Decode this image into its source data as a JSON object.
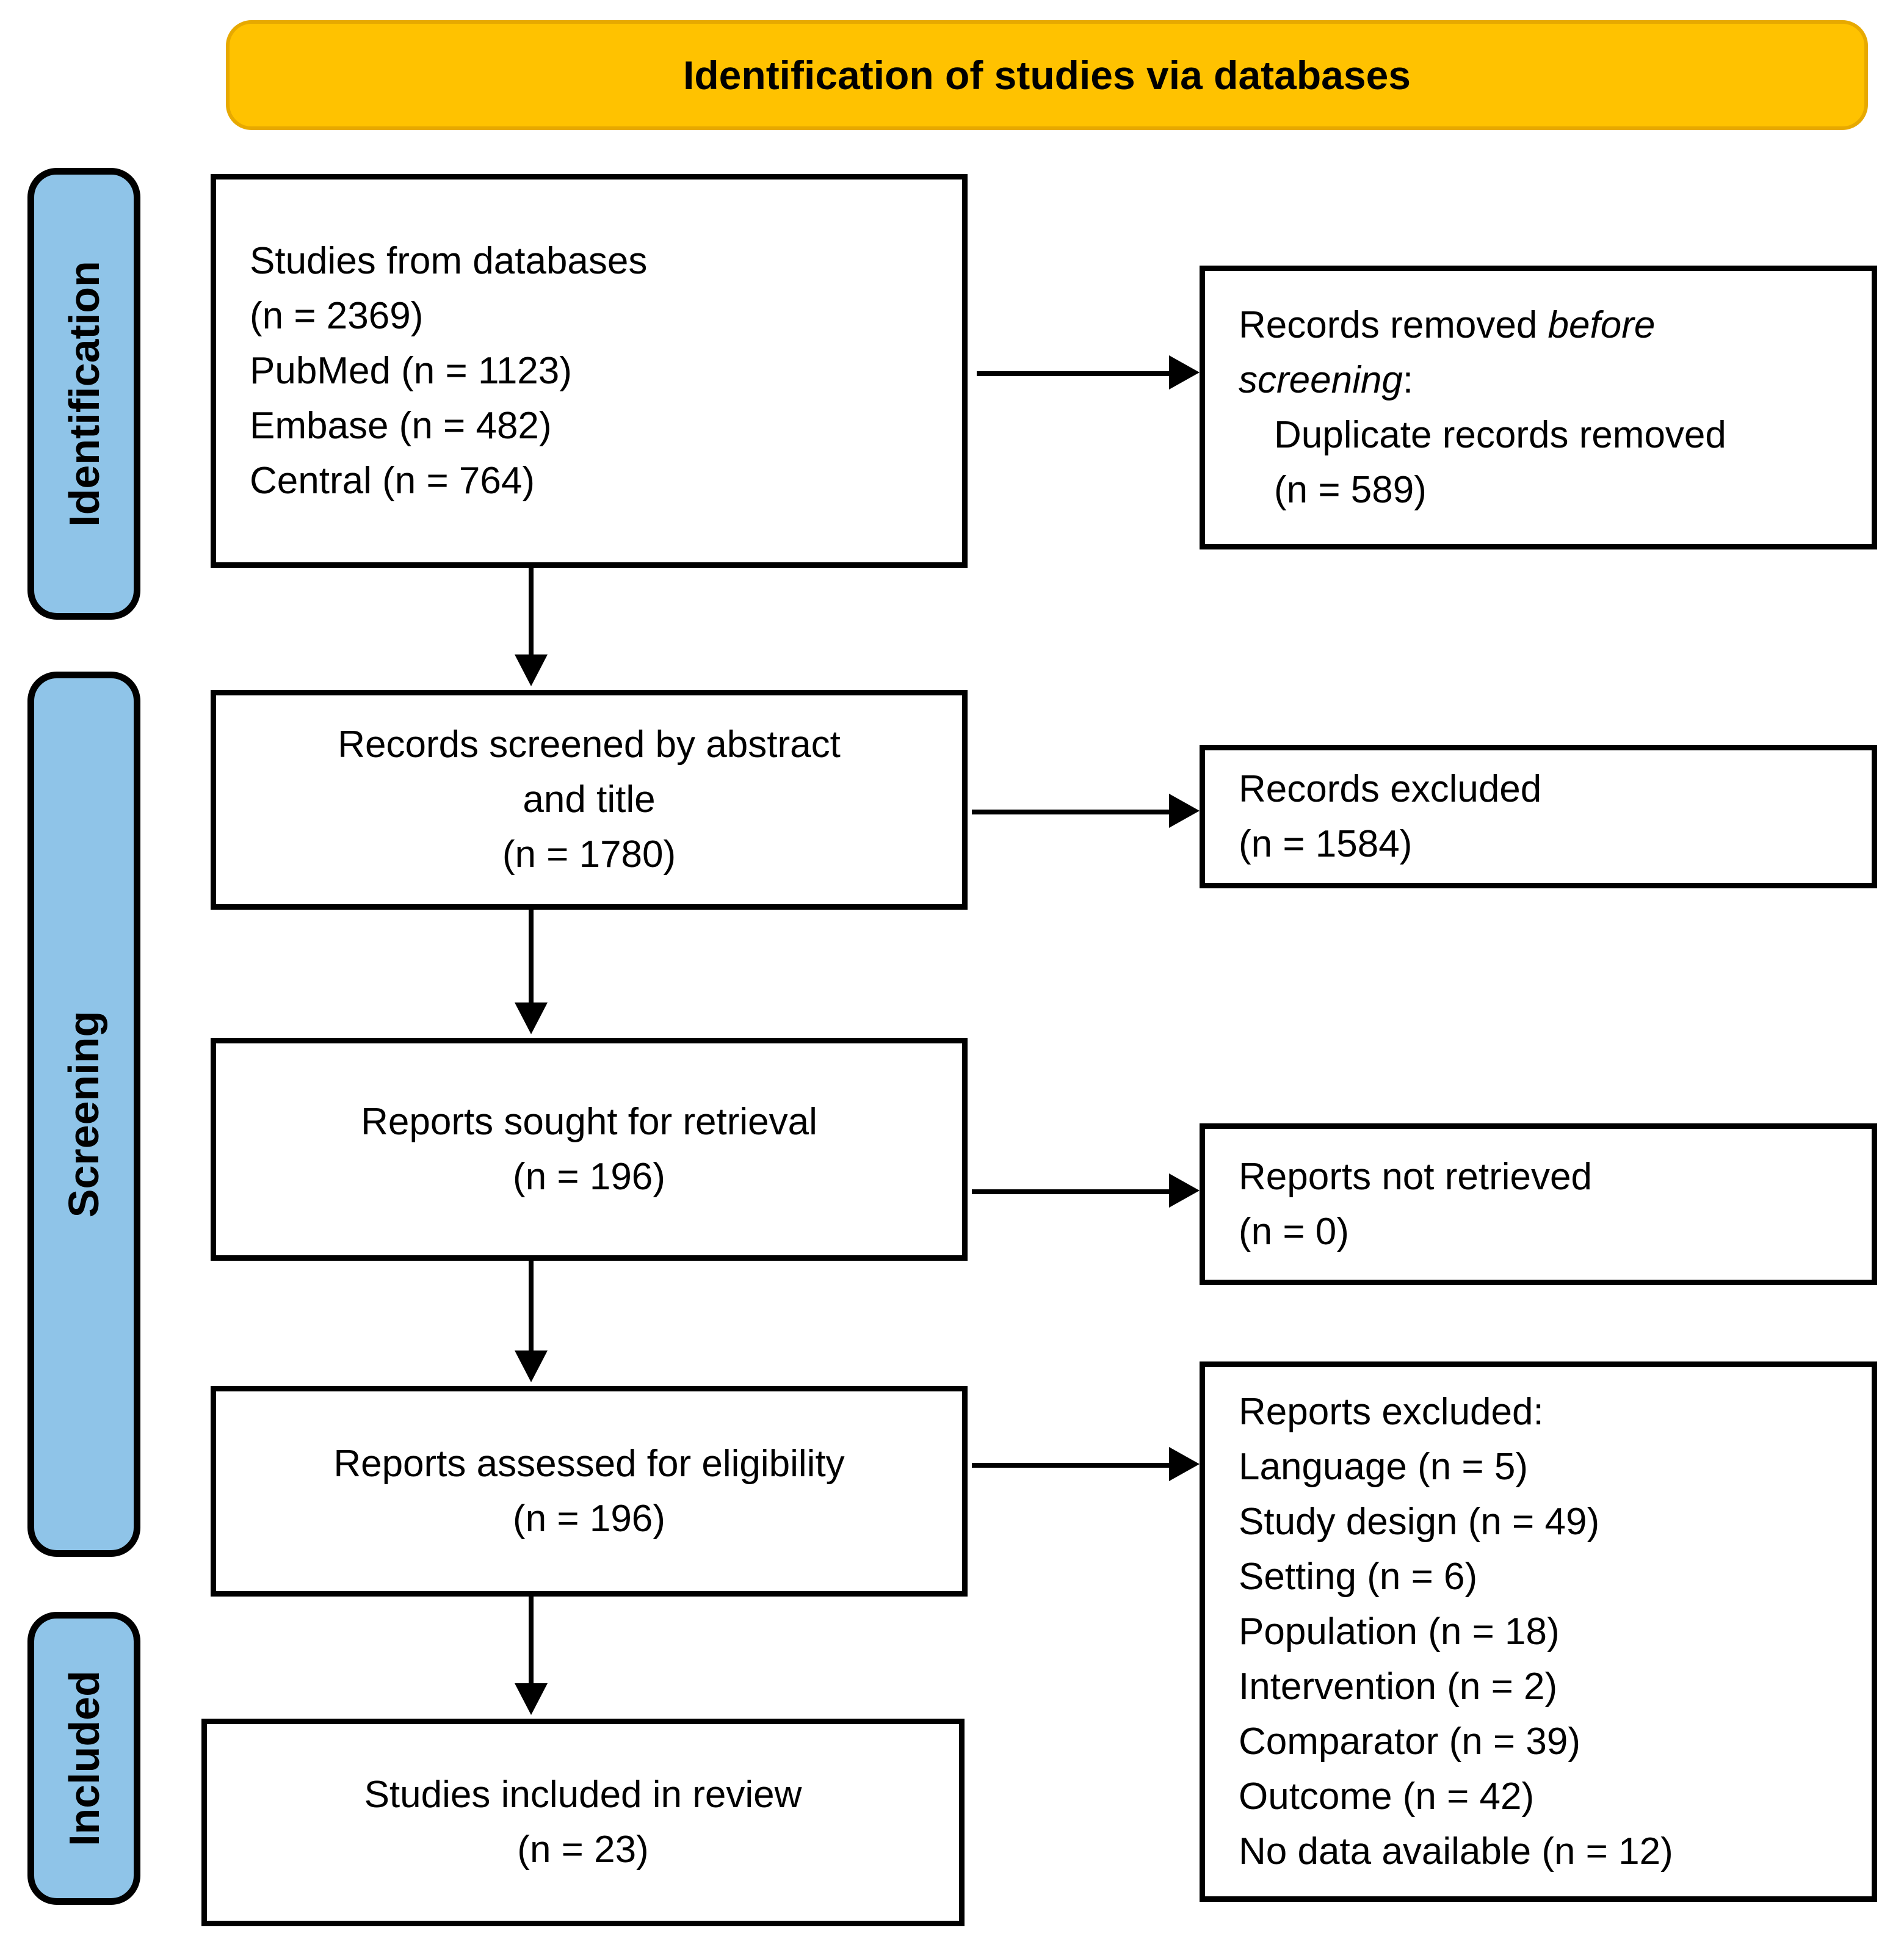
{
  "header": {
    "title": "Identification of studies via databases"
  },
  "sidebar": {
    "identification": "Identification",
    "screening": "Screening",
    "included": "Included"
  },
  "boxes": {
    "studies_from_databases": {
      "lines": [
        "Studies from databases",
        "(n = 2369)",
        "PubMed (n = 1123)",
        "Embase (n = 482)",
        "Central (n = 764)"
      ]
    },
    "records_removed": {
      "line1_normal": "Records removed ",
      "line1_italic": "before",
      "line2_italic": "screening",
      "line2_normal": ":",
      "line3": "Duplicate records removed",
      "line4": "(n = 589)"
    },
    "records_screened": {
      "lines": [
        "Records screened by abstract",
        "and title",
        "(n = 1780)"
      ]
    },
    "records_excluded": {
      "lines": [
        "Records excluded",
        "(n = 1584)"
      ]
    },
    "reports_sought": {
      "lines": [
        "Reports sought for retrieval",
        "(n = 196)"
      ]
    },
    "reports_not_retrieved": {
      "lines": [
        "Reports not retrieved",
        "(n = 0)"
      ]
    },
    "reports_assessed": {
      "lines": [
        "Reports assessed for eligibility",
        "(n = 196)"
      ]
    },
    "reports_excluded": {
      "lines": [
        "Reports excluded:",
        "Language (n = 5)",
        "Study design (n = 49)",
        "Setting (n = 6)",
        "Population (n = 18)",
        "Intervention (n = 2)",
        "Comparator (n = 39)",
        "Outcome (n = 42)",
        "No data available (n = 12)"
      ]
    },
    "studies_included": {
      "lines": [
        "Studies included in review",
        "(n = 23)"
      ]
    }
  },
  "colors": {
    "header_bg": "#FFC200",
    "sidebar_bg": "#8FC4E8",
    "line": "#000000"
  }
}
